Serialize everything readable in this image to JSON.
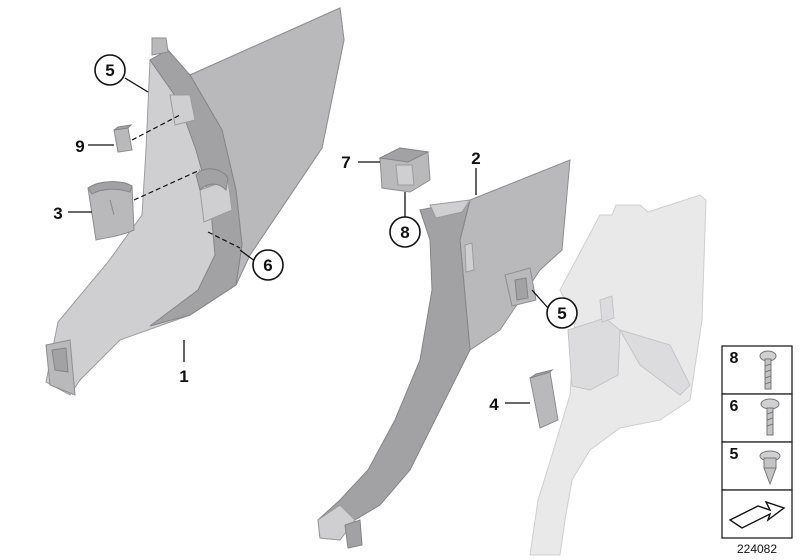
{
  "callouts": {
    "c5_top": "5",
    "c9": "9",
    "c3": "3",
    "c6": "6",
    "c1": "1",
    "c7": "7",
    "c2": "2",
    "c8": "8",
    "c5_mid": "5",
    "c4": "4"
  },
  "legend": {
    "rows": [
      {
        "number": "8",
        "icon": "screw-icon"
      },
      {
        "number": "6",
        "icon": "flat-screw-icon"
      },
      {
        "number": "5",
        "icon": "clip-icon"
      }
    ],
    "footer_icon": "direction-arrow-icon"
  },
  "diagram_id": "224082",
  "colors": {
    "part": "#b9b9bb",
    "part_dark": "#a2a2a5",
    "ghost": "#e9e9ea",
    "line": "#111111"
  }
}
